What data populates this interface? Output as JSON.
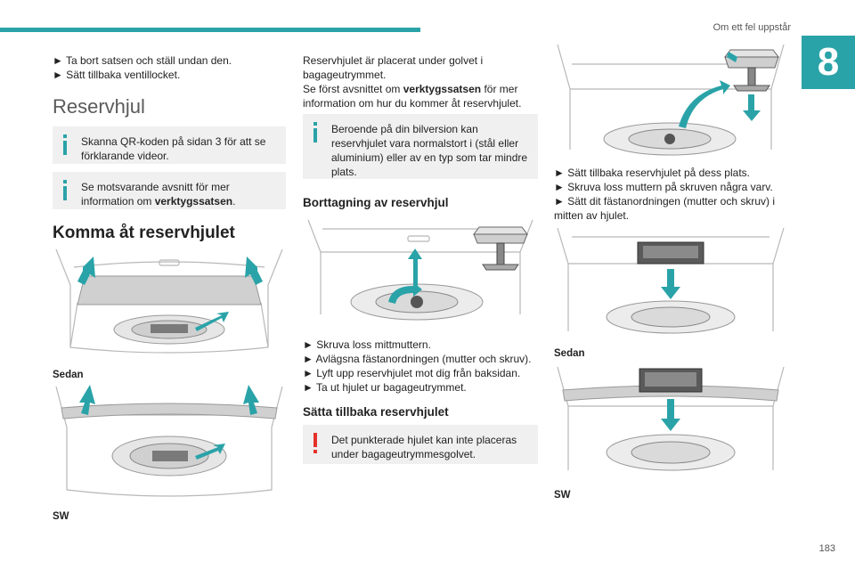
{
  "header": {
    "section_title": "Om ett fel uppstår",
    "chapter_number": "8"
  },
  "page_number": "183",
  "col1": {
    "bullets": [
      "► Ta bort satsen och ställ undan den.",
      "► Sätt tillbaka ventillocket."
    ],
    "heading_reservhjul": "Reservhjul",
    "note1": "Skanna QR-koden på sidan 3 för att se förklarande videor.",
    "note2_pre": "Se motsvarande avsnitt för mer information om ",
    "note2_bold": "verktygssatsen",
    "note2_post": ".",
    "heading_komma": "Komma åt reservhjulet",
    "label_sedan": "Sedan",
    "label_sw": "SW"
  },
  "col2": {
    "intro_line1": "Reservhjulet är placerat under golvet i bagageutrymmet.",
    "intro_line2_pre": "Se först avsnittet om ",
    "intro_line2_bold": "verktygssatsen",
    "intro_line2_post": " för mer information om hur du kommer åt reservhjulet.",
    "note": "Beroende på din bilversion kan reservhjulet vara normalstort i (stål eller aluminium) eller av en typ som tar mindre plats.",
    "heading_borttagning": "Borttagning av reservhjul",
    "steps_remove": [
      "► Skruva loss mittmuttern.",
      "► Avlägsna fästanordningen (mutter och skruv).",
      "► Lyft upp reservhjulet mot dig från baksidan.",
      "► Ta ut hjulet ur bagageutrymmet."
    ],
    "heading_satta": "Sätta tillbaka reservhjulet",
    "warning": "Det punkterade hjulet kan inte placeras under bagageutrymmesgolvet."
  },
  "col3": {
    "steps_refit": [
      "► Sätt tillbaka reservhjulet på dess plats.",
      "► Skruva loss muttern på skruven några varv.",
      "► Sätt dit fästanordningen (mutter och skruv) i mitten av hjulet."
    ],
    "label_sedan": "Sedan",
    "label_sw": "SW"
  },
  "colors": {
    "accent": "#2aa3a8",
    "warning": "#e5322b",
    "note_bg": "#f0f0f0"
  }
}
